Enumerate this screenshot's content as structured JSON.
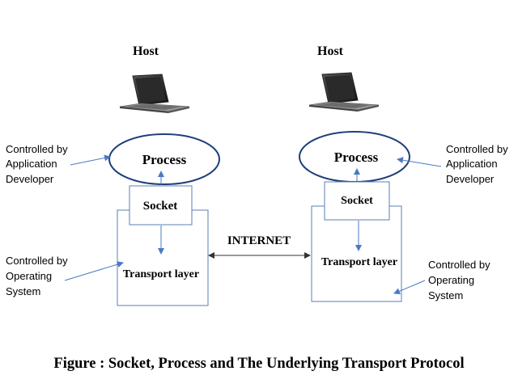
{
  "left_host": {
    "title": "Host",
    "process": "Process",
    "socket": "Socket",
    "transport": "Transport layer",
    "dev_note": [
      "Controlled by",
      "Application",
      "Developer"
    ],
    "os_note": [
      "Controlled by",
      "Operating",
      "System"
    ]
  },
  "right_host": {
    "title": "Host",
    "process": "Process",
    "socket": "Socket",
    "transport": "Transport layer",
    "dev_note": [
      "Controlled by",
      "Application",
      "Developer"
    ],
    "os_note": [
      "Controlled by",
      "Operating",
      "System"
    ]
  },
  "network": {
    "label": "INTERNET"
  },
  "caption": "Figure : Socket, Process and The Underlying Transport Protocol",
  "colors": {
    "ellipse_stroke": "#1f3f7a",
    "box_stroke": "#5b7fb5",
    "arrow": "#4a78c4",
    "text": "#000000"
  },
  "icons": {
    "host": "laptop-icon"
  }
}
